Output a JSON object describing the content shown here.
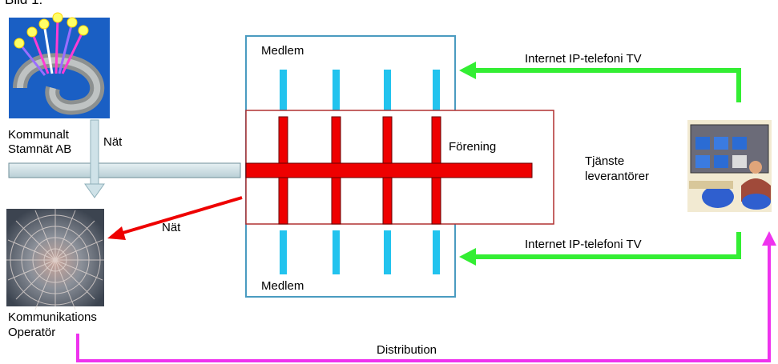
{
  "header": {
    "title_fragment": "Bild 1:"
  },
  "nodes": {
    "stamnat": {
      "line1": "Kommunalt",
      "line2": "Stamnät AB",
      "icon": "fiber-optic-cable-icon"
    },
    "operator": {
      "line1": "Kommunikations",
      "line2": "Operatör",
      "icon": "network-dome-icon"
    },
    "forening": {
      "label": "Förening"
    },
    "medlem_top": {
      "label": "Medlem"
    },
    "medlem_bottom": {
      "label": "Medlem"
    },
    "tjanste": {
      "line1": "Tjänste",
      "line2": "leverantörer",
      "icon": "service-providers-icon"
    }
  },
  "edges": {
    "nat_down": "Nät",
    "nat_red": "Nät",
    "services_top": "Internet IP-telefoni TV",
    "services_bottom": "Internet IP-telefoni TV",
    "distribution": "Distribution"
  },
  "colors": {
    "green": "#33ee33",
    "magenta": "#ee33ee",
    "red": "#ee0000",
    "cyan": "#22c3ee",
    "steel": "#cfe2e8",
    "box_blue": "#4a9bc0",
    "box_red": "#b03030"
  }
}
